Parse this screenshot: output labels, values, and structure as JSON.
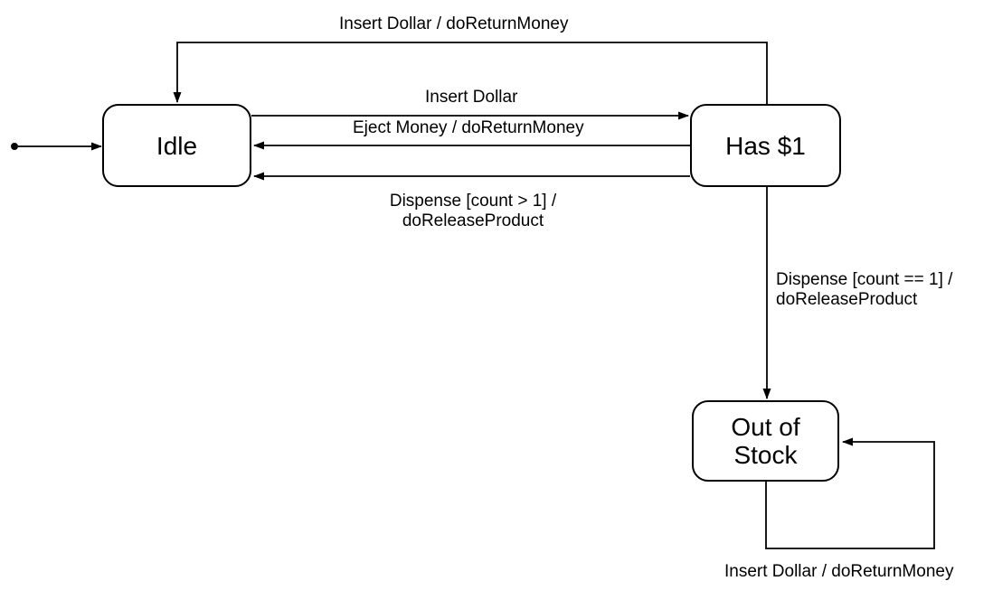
{
  "diagram": {
    "type": "uml-state-machine",
    "background_color": "#ffffff",
    "stroke_color": "#000000",
    "states": {
      "idle": {
        "label": "Idle"
      },
      "has_dollar": {
        "label": "Has $1"
      },
      "out_of_stock": {
        "label_line1": "Out of",
        "label_line2": "Stock"
      }
    },
    "initial_state": {
      "to": "Idle"
    },
    "transitions": [
      {
        "from": "Has $1",
        "to": "Idle",
        "label": "Insert Dollar / doReturnMoney"
      },
      {
        "from": "Idle",
        "to": "Has $1",
        "label": "Insert Dollar"
      },
      {
        "from": "Has $1",
        "to": "Idle",
        "label": "Eject Money / doReturnMoney"
      },
      {
        "from": "Has $1",
        "to": "Idle",
        "label_line1": "Dispense [count > 1] /",
        "label_line2": "doReleaseProduct"
      },
      {
        "from": "Has $1",
        "to": "Out of Stock",
        "label_line1": "Dispense [count == 1] /",
        "label_line2": "doReleaseProduct"
      },
      {
        "from": "Out of Stock",
        "to": "Out of Stock",
        "label": "Insert Dollar / doReturnMoney"
      }
    ]
  }
}
